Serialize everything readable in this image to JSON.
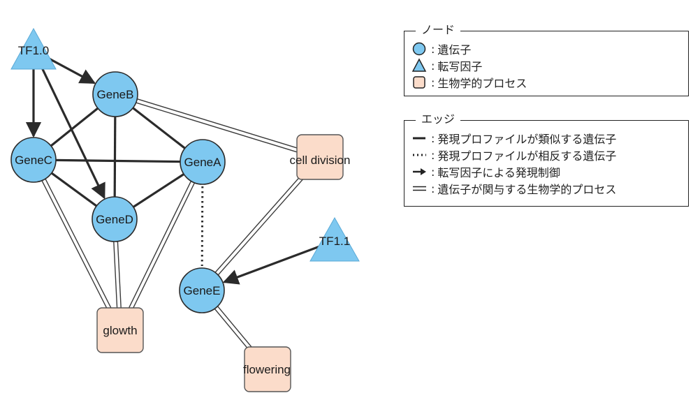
{
  "network": {
    "genes": [
      {
        "id": "GeneB",
        "label": "GeneB"
      },
      {
        "id": "GeneC",
        "label": "GeneC"
      },
      {
        "id": "GeneA",
        "label": "GeneA"
      },
      {
        "id": "GeneD",
        "label": "GeneD"
      },
      {
        "id": "GeneE",
        "label": "GeneE"
      }
    ],
    "transcription_factors": [
      {
        "id": "TF1.0",
        "label": "TF1.0"
      },
      {
        "id": "TF1.1",
        "label": "TF1.1"
      }
    ],
    "processes": [
      {
        "id": "cell division",
        "label": "cell division"
      },
      {
        "id": "glowth",
        "label": "glowth"
      },
      {
        "id": "flowering",
        "label": "flowering"
      }
    ],
    "edges": [
      {
        "from": "GeneB",
        "to": "GeneC",
        "type": "similar"
      },
      {
        "from": "GeneB",
        "to": "GeneD",
        "type": "similar"
      },
      {
        "from": "GeneB",
        "to": "GeneA",
        "type": "similar"
      },
      {
        "from": "GeneC",
        "to": "GeneA",
        "type": "similar"
      },
      {
        "from": "GeneC",
        "to": "GeneD",
        "type": "similar"
      },
      {
        "from": "GeneD",
        "to": "GeneA",
        "type": "similar"
      },
      {
        "from": "GeneA",
        "to": "GeneE",
        "type": "opposite"
      },
      {
        "from": "TF1.0",
        "to": "GeneB",
        "type": "regulation"
      },
      {
        "from": "TF1.0",
        "to": "GeneC",
        "type": "regulation"
      },
      {
        "from": "TF1.0",
        "to": "GeneD",
        "type": "regulation"
      },
      {
        "from": "TF1.1",
        "to": "GeneE",
        "type": "regulation"
      },
      {
        "from": "GeneB",
        "to": "cell division",
        "type": "process"
      },
      {
        "from": "GeneE",
        "to": "cell division",
        "type": "process"
      },
      {
        "from": "GeneE",
        "to": "flowering",
        "type": "process"
      },
      {
        "from": "GeneC",
        "to": "glowth",
        "type": "process"
      },
      {
        "from": "GeneD",
        "to": "glowth",
        "type": "process"
      },
      {
        "from": "GeneA",
        "to": "glowth",
        "type": "process"
      }
    ]
  },
  "legend_nodes": {
    "title": "ノード",
    "items": [
      {
        "symbol": "circle",
        "label": "遺伝子"
      },
      {
        "symbol": "triangle",
        "label": "転写因子"
      },
      {
        "symbol": "rounded-square",
        "label": "生物学的プロセス"
      }
    ]
  },
  "legend_edges": {
    "title": "エッジ",
    "items": [
      {
        "symbol": "solid-line",
        "label": "発現プロファイルが類似する遺伝子"
      },
      {
        "symbol": "dotted-line",
        "label": "発現プロファイルが相反する遺伝子"
      },
      {
        "symbol": "arrow",
        "label": "転写因子による発現制御"
      },
      {
        "symbol": "double-line",
        "label": "遺伝子が関与する生物学的プロセス"
      }
    ]
  },
  "colors": {
    "gene_fill": "#7ec8f0",
    "tf_fill": "#7ec8f0",
    "process_fill": "#fbdcca",
    "edge": "#2b2b2b"
  }
}
